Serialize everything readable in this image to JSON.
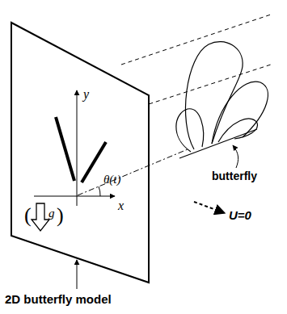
{
  "diagram": {
    "labels": [
      "y",
      "x",
      "θ(t)",
      "(",
      "g",
      ")",
      "butterfly",
      "U=0",
      "2D butterfly model"
    ]
  }
}
